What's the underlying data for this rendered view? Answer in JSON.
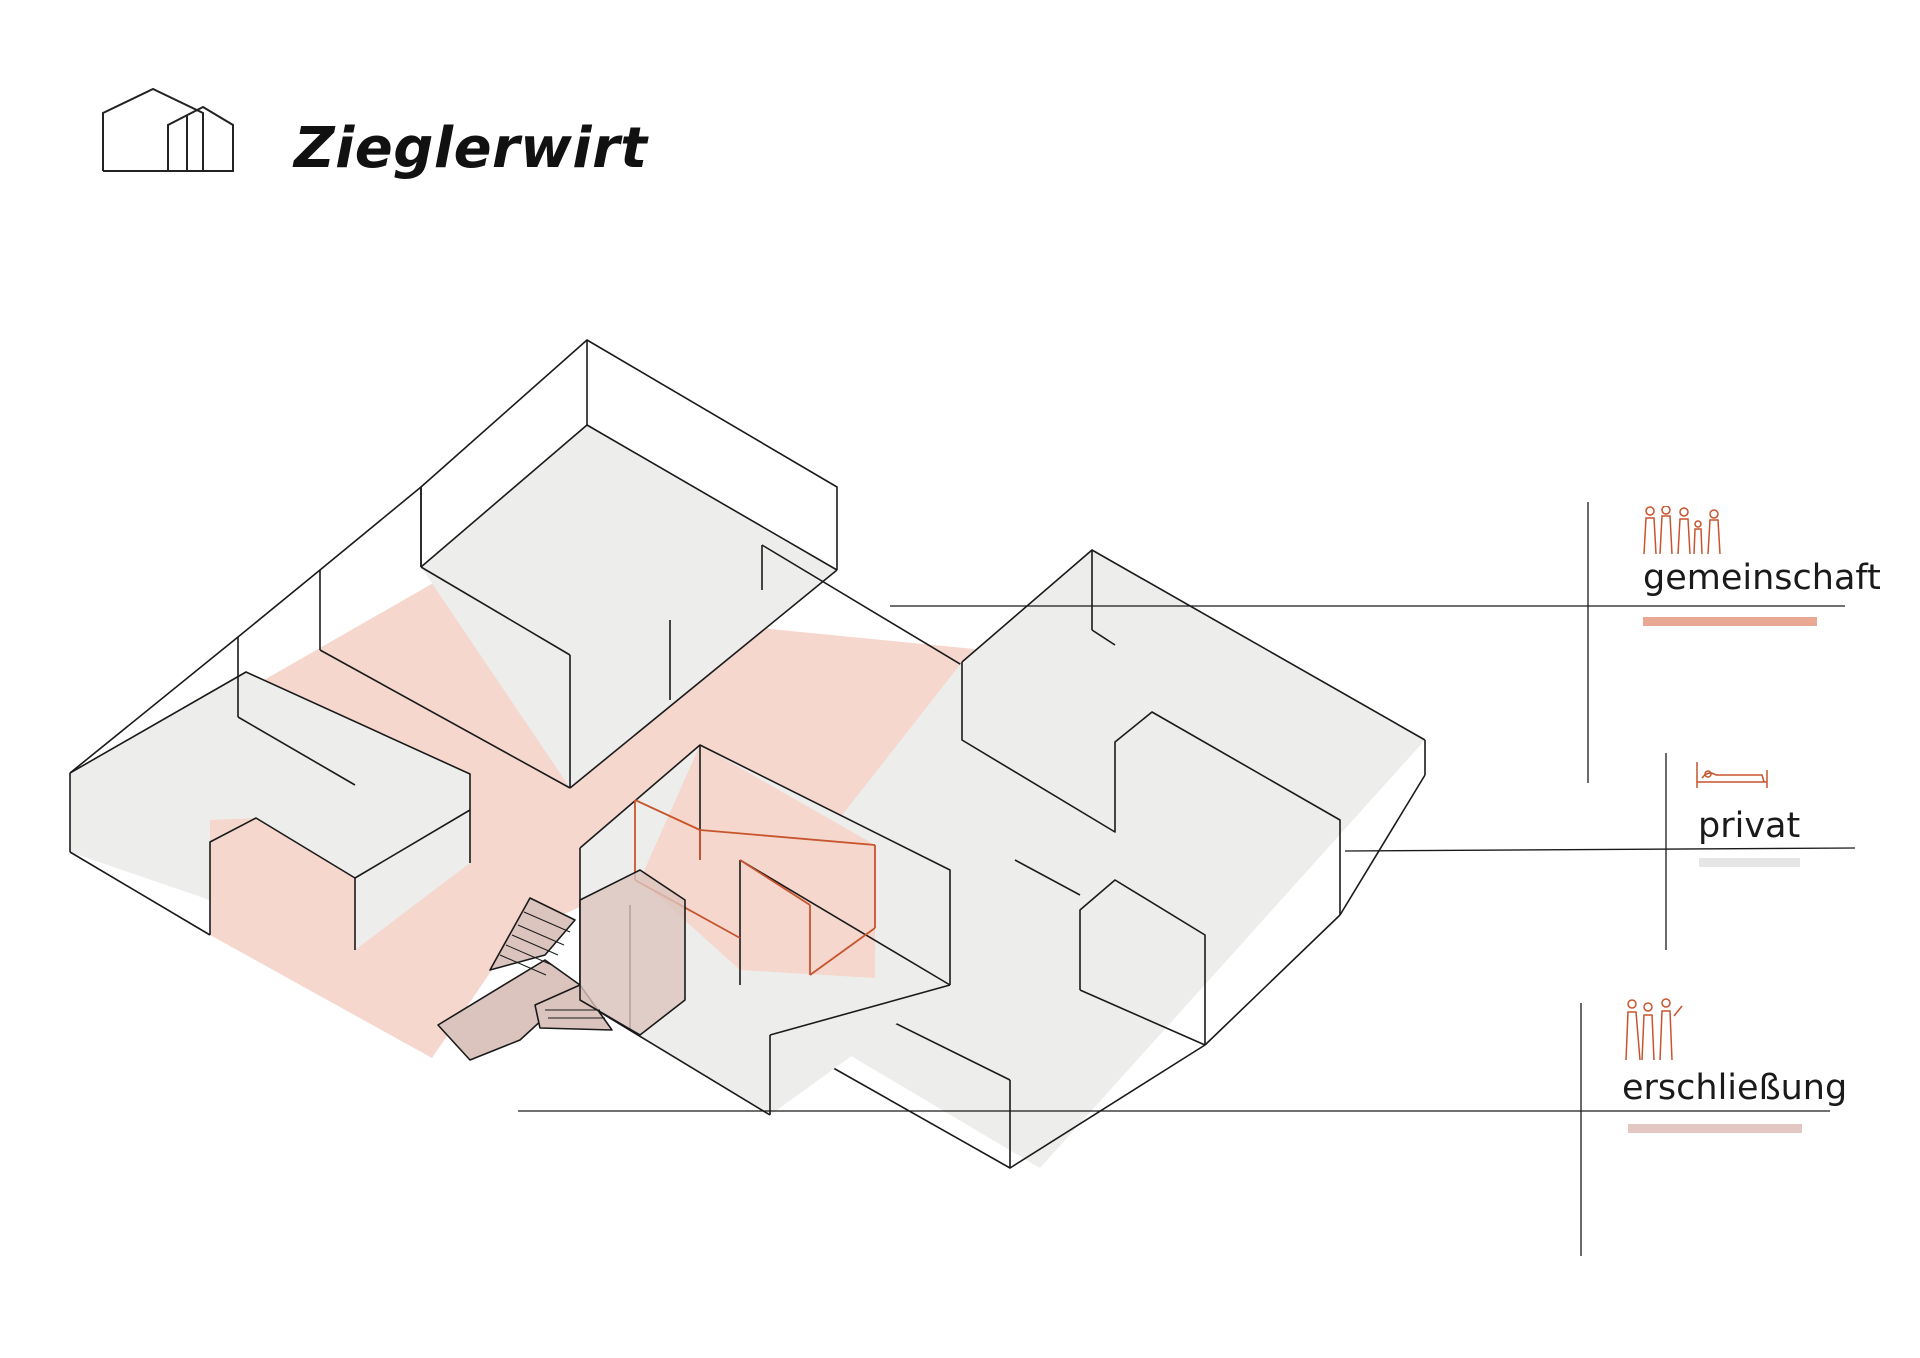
{
  "title": "Zieglerwirt",
  "legend": [
    {
      "key": "gemeinschaft",
      "label": "gemeinschaft",
      "icon": "people-group-icon",
      "color": "#e9a893"
    },
    {
      "key": "privat",
      "label": "privat",
      "icon": "bed-person-icon",
      "color": "#e6e6e6"
    },
    {
      "key": "erschliessung",
      "label": "erschließung",
      "icon": "walking-people-icon",
      "color": "#e2c7c2"
    }
  ],
  "colors": {
    "community_fill": "#f5d7cd",
    "private_fill": "#ededec",
    "circulation_fill": "#dcc4be",
    "outline": "#1a1a1a",
    "accent": "#c7542d"
  }
}
